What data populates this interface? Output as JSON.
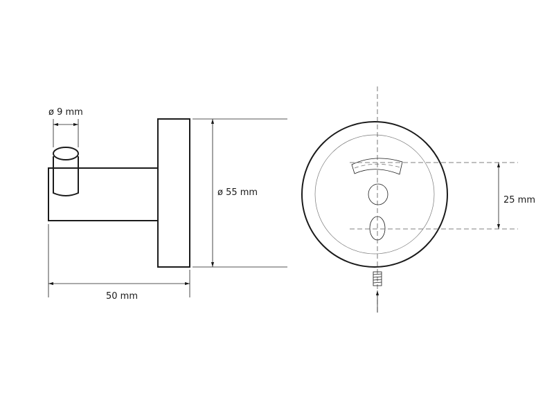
{
  "drawing": {
    "pin_diameter_label": "ø 9 mm",
    "plate_diameter_label": "ø 55 mm",
    "depth_label": "50 mm",
    "hole_spacing_label": "25 mm"
  },
  "colors": {
    "line": "#1a1a1a",
    "hidden_line": "#555555",
    "background": "#ffffff"
  }
}
